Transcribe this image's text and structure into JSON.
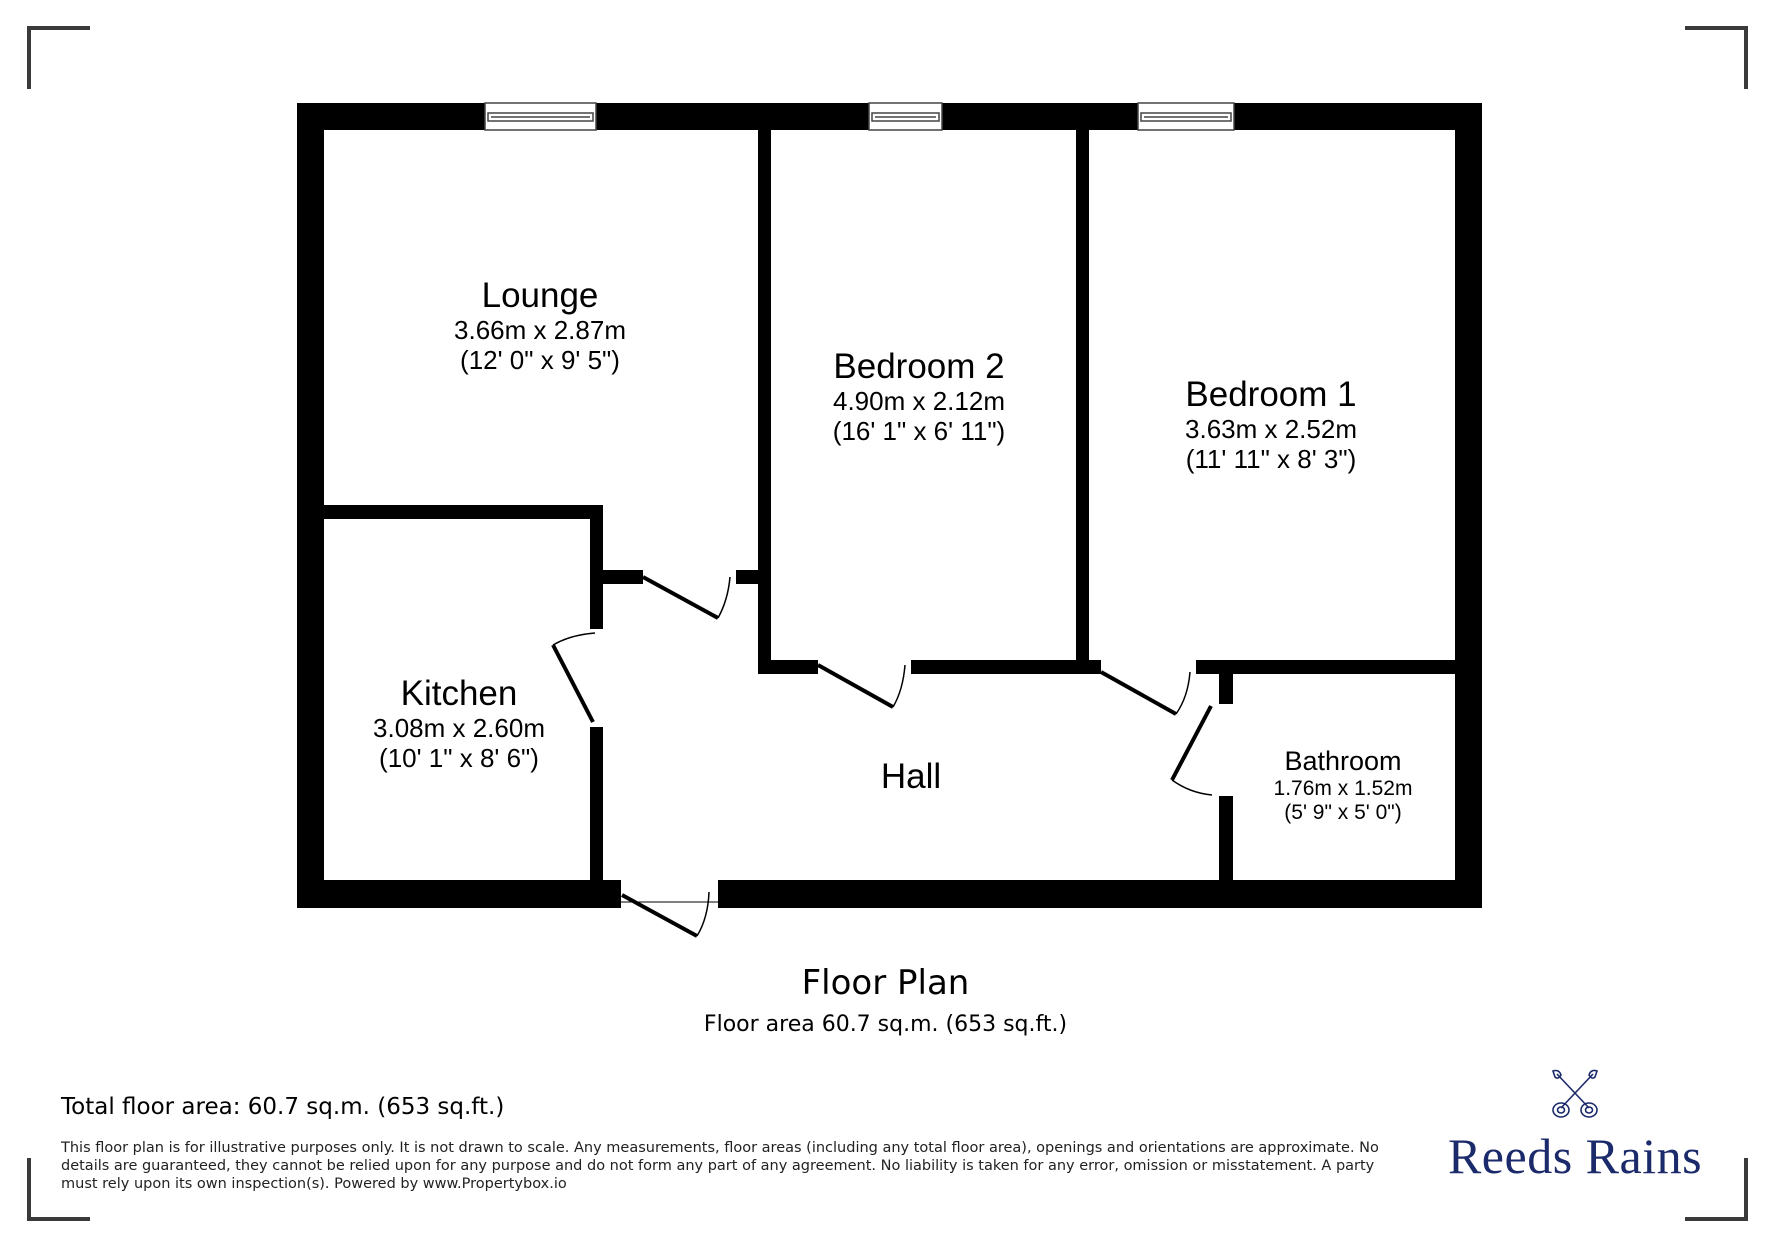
{
  "rooms": {
    "lounge": {
      "name": "Lounge",
      "metric": "3.66m x 2.87m",
      "imperial": "(12' 0\" x 9' 5\")"
    },
    "bedroom2": {
      "name": "Bedroom 2",
      "metric": "4.90m x 2.12m",
      "imperial": "(16' 1\" x 6' 11\")"
    },
    "bedroom1": {
      "name": "Bedroom 1",
      "metric": "3.63m x 2.52m",
      "imperial": "(11' 11\" x 8' 3\")"
    },
    "kitchen": {
      "name": "Kitchen",
      "metric": "3.08m x 2.60m",
      "imperial": "(10' 1\" x 8' 6\")"
    },
    "hall": {
      "name": "Hall"
    },
    "bathroom": {
      "name": "Bathroom",
      "metric": "1.76m x 1.52m",
      "imperial": "(5' 9\" x 5' 0\")"
    }
  },
  "caption": {
    "title": "Floor Plan",
    "subtitle": "Floor area 60.7 sq.m. (653 sq.ft.)"
  },
  "footer": {
    "total": "Total floor area: 60.7 sq.m. (653 sq.ft.)",
    "disclaimer": "This floor plan is for illustrative purposes only. It is not drawn to scale. Any measurements, floor areas (including any total floor area), openings and orientations are approximate. No details are guaranteed, they cannot be relied upon for any purpose and do not form any part of any agreement. No liability is taken for any error, omission or misstatement. A party must rely upon its own inspection(s). Powered by www.Propertybox.io"
  },
  "logo": {
    "brand": "Reeds Rains",
    "icon": "crossed-keys-icon",
    "color": "#1b2a6b"
  },
  "colors": {
    "wall": "#000000",
    "corner_marks": "#3a3a3a"
  }
}
